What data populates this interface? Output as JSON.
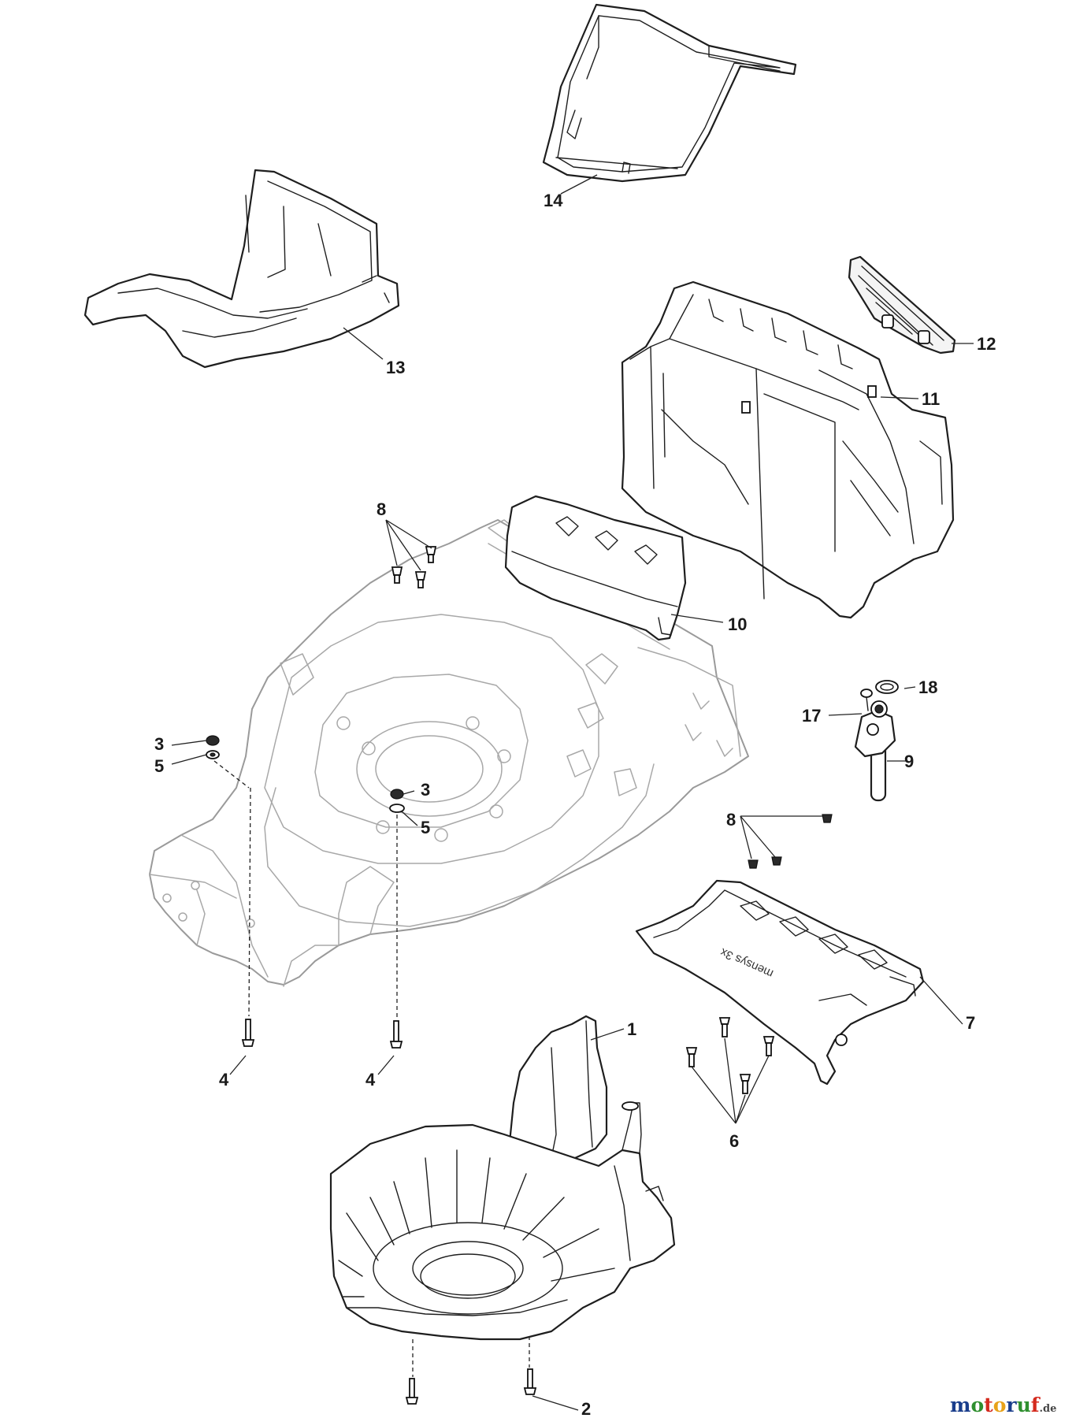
{
  "callouts": [
    {
      "id": "1",
      "text": "1"
    },
    {
      "id": "2",
      "text": "2"
    },
    {
      "id": "3a",
      "text": "3"
    },
    {
      "id": "3b",
      "text": "3"
    },
    {
      "id": "4a",
      "text": "4"
    },
    {
      "id": "4b",
      "text": "4"
    },
    {
      "id": "5a",
      "text": "5"
    },
    {
      "id": "5b",
      "text": "5"
    },
    {
      "id": "6",
      "text": "6"
    },
    {
      "id": "7",
      "text": "7"
    },
    {
      "id": "8a",
      "text": "8"
    },
    {
      "id": "8b",
      "text": "8"
    },
    {
      "id": "9",
      "text": "9"
    },
    {
      "id": "10",
      "text": "10"
    },
    {
      "id": "11",
      "text": "11"
    },
    {
      "id": "12",
      "text": "12"
    },
    {
      "id": "13",
      "text": "13"
    },
    {
      "id": "14",
      "text": "14"
    },
    {
      "id": "17",
      "text": "17"
    },
    {
      "id": "18",
      "text": "18"
    }
  ],
  "part_embossing": "mensys 3x",
  "watermark": {
    "letters": [
      "m",
      "o",
      "t",
      "o",
      "r",
      "u",
      "f"
    ],
    "letter_colors": [
      "#1a3e8c",
      "#2f8f2f",
      "#d42a1e",
      "#e8a21a",
      "#1a3e8c",
      "#2f8f2f",
      "#d42a1e"
    ],
    "suffix": ".de"
  }
}
